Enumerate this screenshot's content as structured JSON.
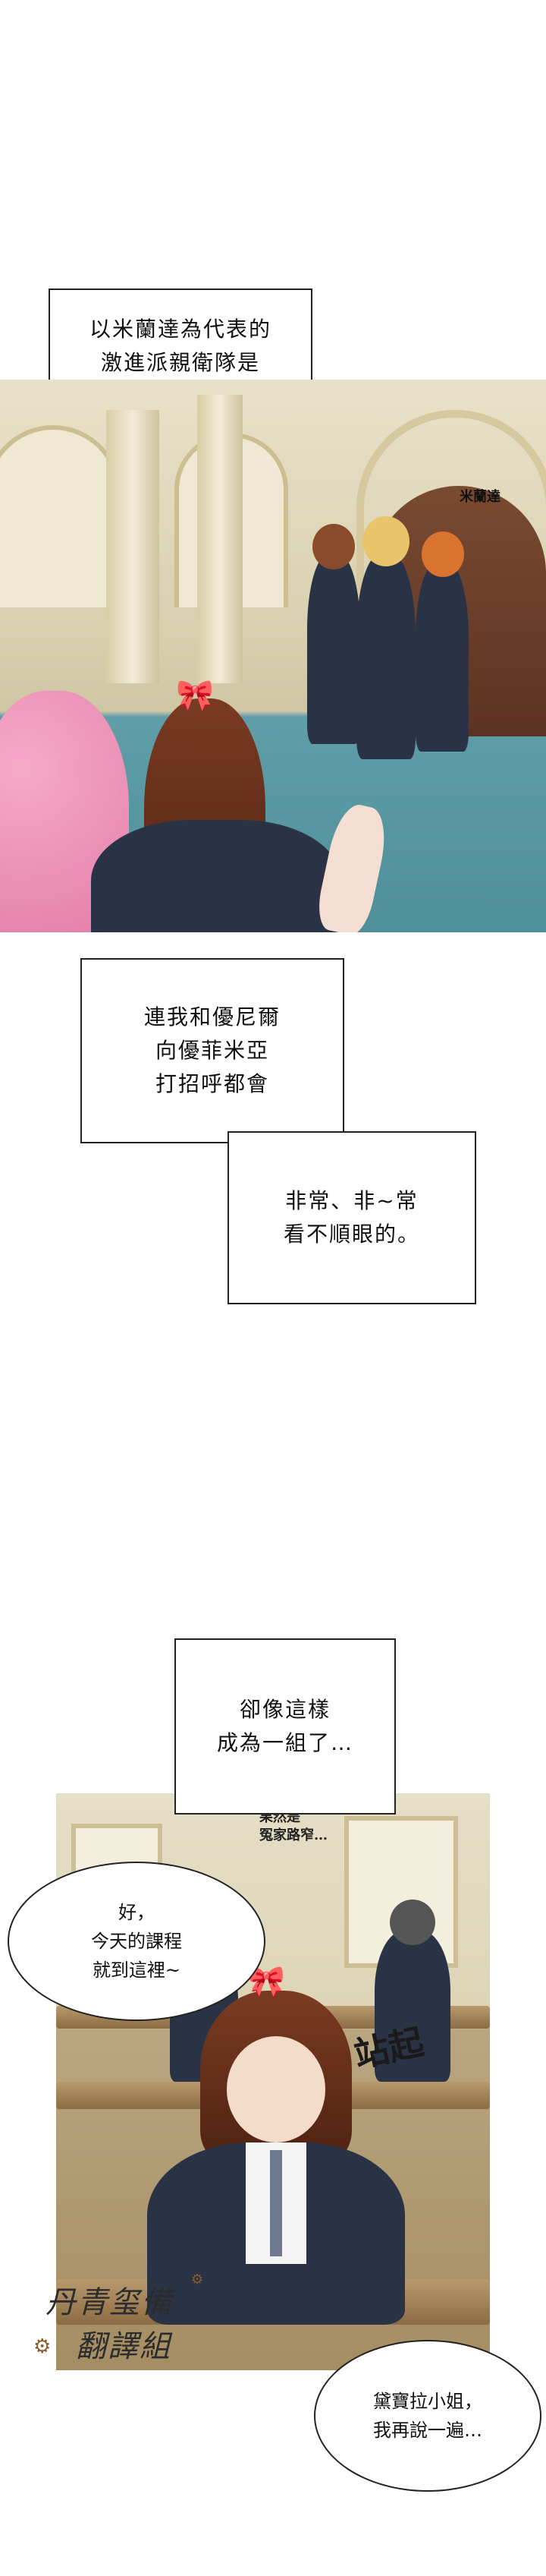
{
  "captions": {
    "c1": "以米蘭達為代表的\n激進派親衛隊是",
    "c2": "連我和優尼爾\n向優菲米亞\n打招呼都會",
    "c3": "非常、非~常\n看不順眼的。",
    "c4": "卻像這樣\n成為一組了…"
  },
  "bubbles": {
    "teacher": "好，\n今天的課程\n就到這裡~",
    "classmate": "黛寶拉小姐，\n我再說一遍…"
  },
  "sfx": {
    "name_tag": "米蘭達",
    "aside": "果然是\n冤家路窄…",
    "stand_up": "站起"
  },
  "logo": {
    "line1": "丹青玺備",
    "line2": "翻譯組"
  },
  "colors": {
    "bow": "#d22a2a",
    "pink_hair": "#e27aa6",
    "uniform": "#2a3346"
  }
}
